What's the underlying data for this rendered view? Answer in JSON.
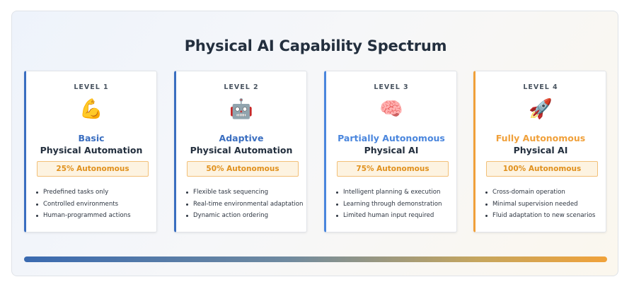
{
  "title": "Physical AI Capability Spectrum",
  "colors": {
    "level_blue": "#3a6ec0",
    "level_blue_light": "#4a86dd",
    "level_orange": "#f0a03a",
    "badge_text": "#e0901c",
    "heading": "#232f3e"
  },
  "levels": [
    {
      "label": "LEVEL 1",
      "icon": "flexed-biceps-icon",
      "icon_glyph": "💪",
      "name": "Basic",
      "name_color": "#3a6ec0",
      "subtitle": "Physical Automation",
      "autonomy": "25% Autonomous",
      "autonomy_fraction": 0.25,
      "bullets": [
        "Predefined tasks only",
        "Controlled environments",
        "Human-programmed actions"
      ]
    },
    {
      "label": "LEVEL 2",
      "icon": "robot-icon",
      "icon_glyph": "🤖",
      "name": "Adaptive",
      "name_color": "#3a6ec0",
      "subtitle": "Physical Automation",
      "autonomy": "50% Autonomous",
      "autonomy_fraction": 0.5,
      "bullets": [
        "Flexible task sequencing",
        "Real-time environmental adaptation",
        "Dynamic action ordering"
      ]
    },
    {
      "label": "LEVEL 3",
      "icon": "brain-icon",
      "icon_glyph": "🧠",
      "name": "Partially Autonomous",
      "name_color": "#4a86dd",
      "subtitle": "Physical AI",
      "autonomy": "75% Autonomous",
      "autonomy_fraction": 0.75,
      "bullets": [
        "Intelligent planning & execution",
        "Learning through demonstration",
        "Limited human input required"
      ]
    },
    {
      "label": "LEVEL 4",
      "icon": "rocket-icon",
      "icon_glyph": "🚀",
      "name": "Fully Autonomous",
      "name_color": "#f0a03a",
      "subtitle": "Physical AI",
      "autonomy": "100% Autonomous",
      "autonomy_fraction": 1.0,
      "bullets": [
        "Cross-domain operation",
        "Minimal supervision needed",
        "Fluid adaptation to new scenarios"
      ]
    }
  ]
}
